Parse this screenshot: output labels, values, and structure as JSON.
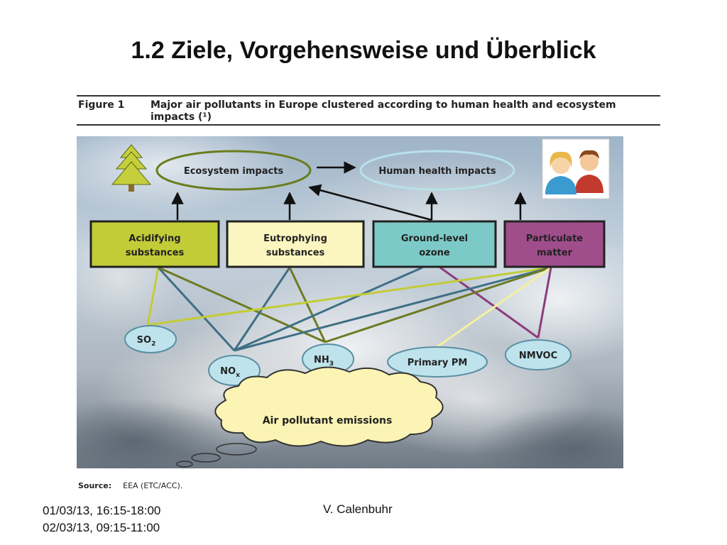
{
  "slide": {
    "title": "1.2 Ziele, Vorgehensweise und Überblick",
    "footer": {
      "dates_line1": "01/03/13, 16:15-18:00",
      "dates_line2": "02/03/13, 09:15-11:00",
      "author": "V. Calenbuhr"
    }
  },
  "figure": {
    "label": "Figure 1",
    "caption": "Major air pollutants in Europe clustered according to human health and ecosystem impacts (¹)",
    "source_label": "Source:",
    "source_text": "EEA (ETC/ACC)."
  },
  "diagram": {
    "impacts": {
      "ecosystem": "Ecosystem impacts",
      "human_health": "Human health impacts"
    },
    "categories": {
      "acidifying": {
        "line1": "Acidifying",
        "line2": "substances",
        "color": "#c2cc37"
      },
      "eutrophying": {
        "line1": "Eutrophying",
        "line2": "substances",
        "color": "#fbf6bf"
      },
      "ozone": {
        "line1": "Ground-level",
        "line2": "ozone",
        "color": "#7ccac7"
      },
      "pm": {
        "line1": "Particulate",
        "line2": "matter",
        "color": "#a04d8c"
      }
    },
    "pollutants": {
      "so2": {
        "base": "SO",
        "sub": "2"
      },
      "nox": {
        "base": "NO",
        "sub": "x"
      },
      "nh3": {
        "base": "NH",
        "sub": "3"
      },
      "primary_pm": "Primary PM",
      "nmvoc": "NMVOC"
    },
    "emissions": "Air pollutant emissions",
    "icons": [
      "tree-icon",
      "people-icon"
    ]
  }
}
